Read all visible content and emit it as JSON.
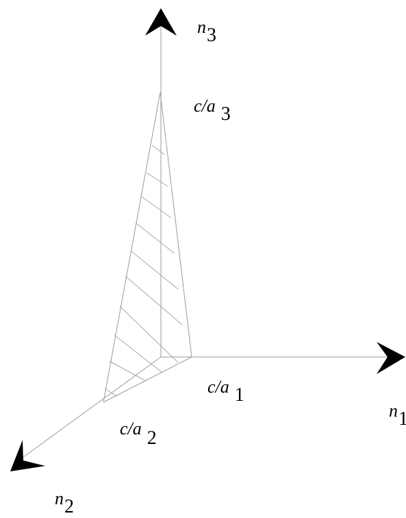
{
  "labels": {
    "n3": {
      "base": "n",
      "sub": "3"
    },
    "n1": {
      "base": "n",
      "sub": "1"
    },
    "n2": {
      "base": "n",
      "sub": "2"
    },
    "c_a3": {
      "base": "c/a",
      "sub": "3"
    },
    "c_a1": {
      "base": "c/a",
      "sub": "1"
    },
    "c_a2": {
      "base": "c/a",
      "sub": "2"
    }
  },
  "colors": {
    "lines": "#9a9a9a",
    "hatch": "#a8a8a8",
    "arrowheads": "#000000"
  }
}
